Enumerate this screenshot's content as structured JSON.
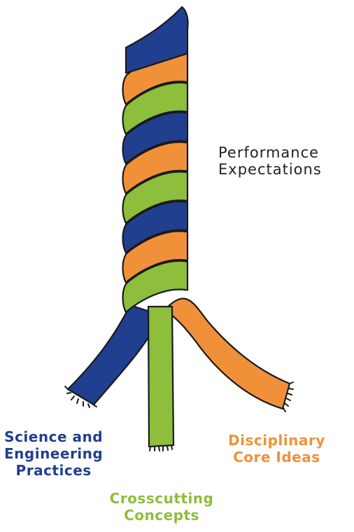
{
  "colors": {
    "practices": "#213f8f",
    "crosscutting": "#8dbe3c",
    "disciplinary": "#f0913a",
    "outline": "#1a1a1a",
    "performance_text": "#222222"
  },
  "labels": {
    "performance_expectations": [
      "Performance",
      "Expectations"
    ],
    "science_engineering_practices": [
      "Science and",
      "Engineering",
      "Practices"
    ],
    "crosscutting_concepts": [
      "Crosscutting",
      "Concepts"
    ],
    "disciplinary_core_ideas": [
      "Disciplinary",
      "Core Ideas"
    ]
  },
  "braid_sequence": [
    "practices",
    "disciplinary",
    "crosscutting",
    "practices",
    "disciplinary",
    "crosscutting",
    "practices",
    "disciplinary",
    "crosscutting"
  ]
}
